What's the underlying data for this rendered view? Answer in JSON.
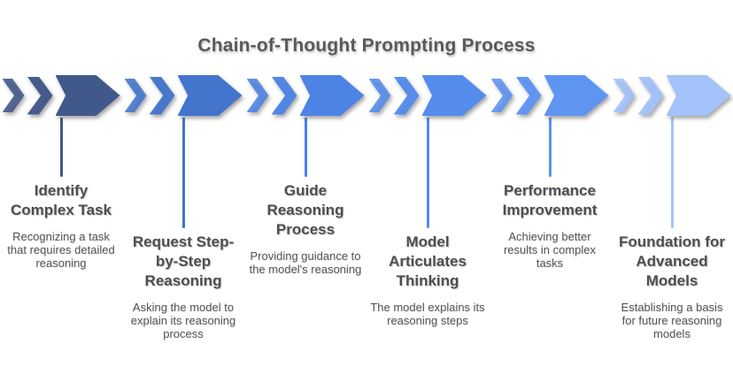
{
  "title": "Chain-of-Thought Prompting Process",
  "title_color": "#58595c",
  "stages": [
    {
      "name": "Identify Complex Task",
      "description": "Recognizing a task that requires detailed reasoning",
      "color": "#41588A",
      "position": "high"
    },
    {
      "name": "Request Step-by-Step Reasoning",
      "description": "Asking the model to explain its reasoning process",
      "color": "#4375CC",
      "position": "low"
    },
    {
      "name": "Guide Reasoning Process",
      "description": "Providing guidance to the model's reasoning",
      "color": "#4C83E4",
      "position": "high"
    },
    {
      "name": "Model Articulates Thinking",
      "description": "The model explains its reasoning steps",
      "color": "#548BEC",
      "position": "low"
    },
    {
      "name": "Performance Improvement",
      "description": "Achieving better results in complex tasks",
      "color": "#5E94F2",
      "position": "high"
    },
    {
      "name": "Foundation for Advanced Models",
      "description": "Establishing a basis for future reasoning models",
      "color": "#A3C2FA",
      "position": "low"
    }
  ]
}
